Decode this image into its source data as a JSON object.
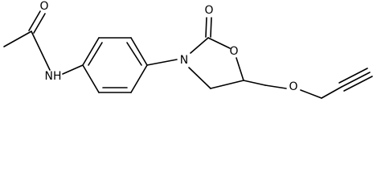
{
  "molecule": {
    "atoms": {
      "acetyl_oxygen": "O",
      "amide_nitrogen": "NH",
      "ring_nitrogen": "N",
      "carbonyl_oxygen": "O",
      "ring_oxygen": "O",
      "ether_oxygen": "O"
    },
    "colors": {
      "bond": "#000000",
      "label": "#000000",
      "background": "#ffffff"
    }
  }
}
